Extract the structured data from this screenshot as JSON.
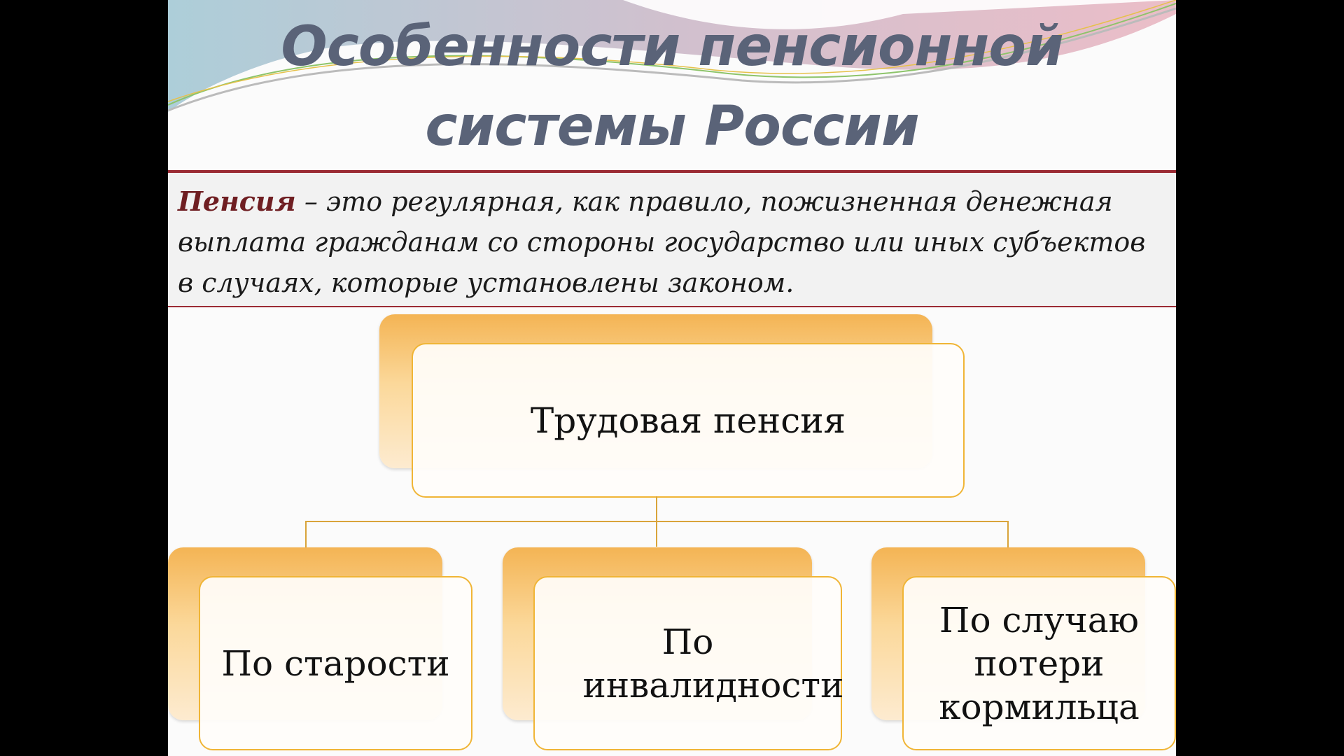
{
  "title": {
    "line1": "Особенности пенсионной",
    "line2": "системы России"
  },
  "definition": {
    "term": "Пенсия",
    "text": " – это регулярная, как правило, пожизненная денежная выплата гражданам со стороны государство или иных субъектов в случаях, которые установлены законом."
  },
  "diagram": {
    "root": "Трудовая пенсия",
    "children": [
      "По старости",
      "По инвалидности",
      "По случаю потери кормильца"
    ]
  },
  "colors": {
    "title": "#5a6378",
    "accent": "#9b2b34",
    "box_border": "#f0b536",
    "box_fill": "#f4b454"
  }
}
